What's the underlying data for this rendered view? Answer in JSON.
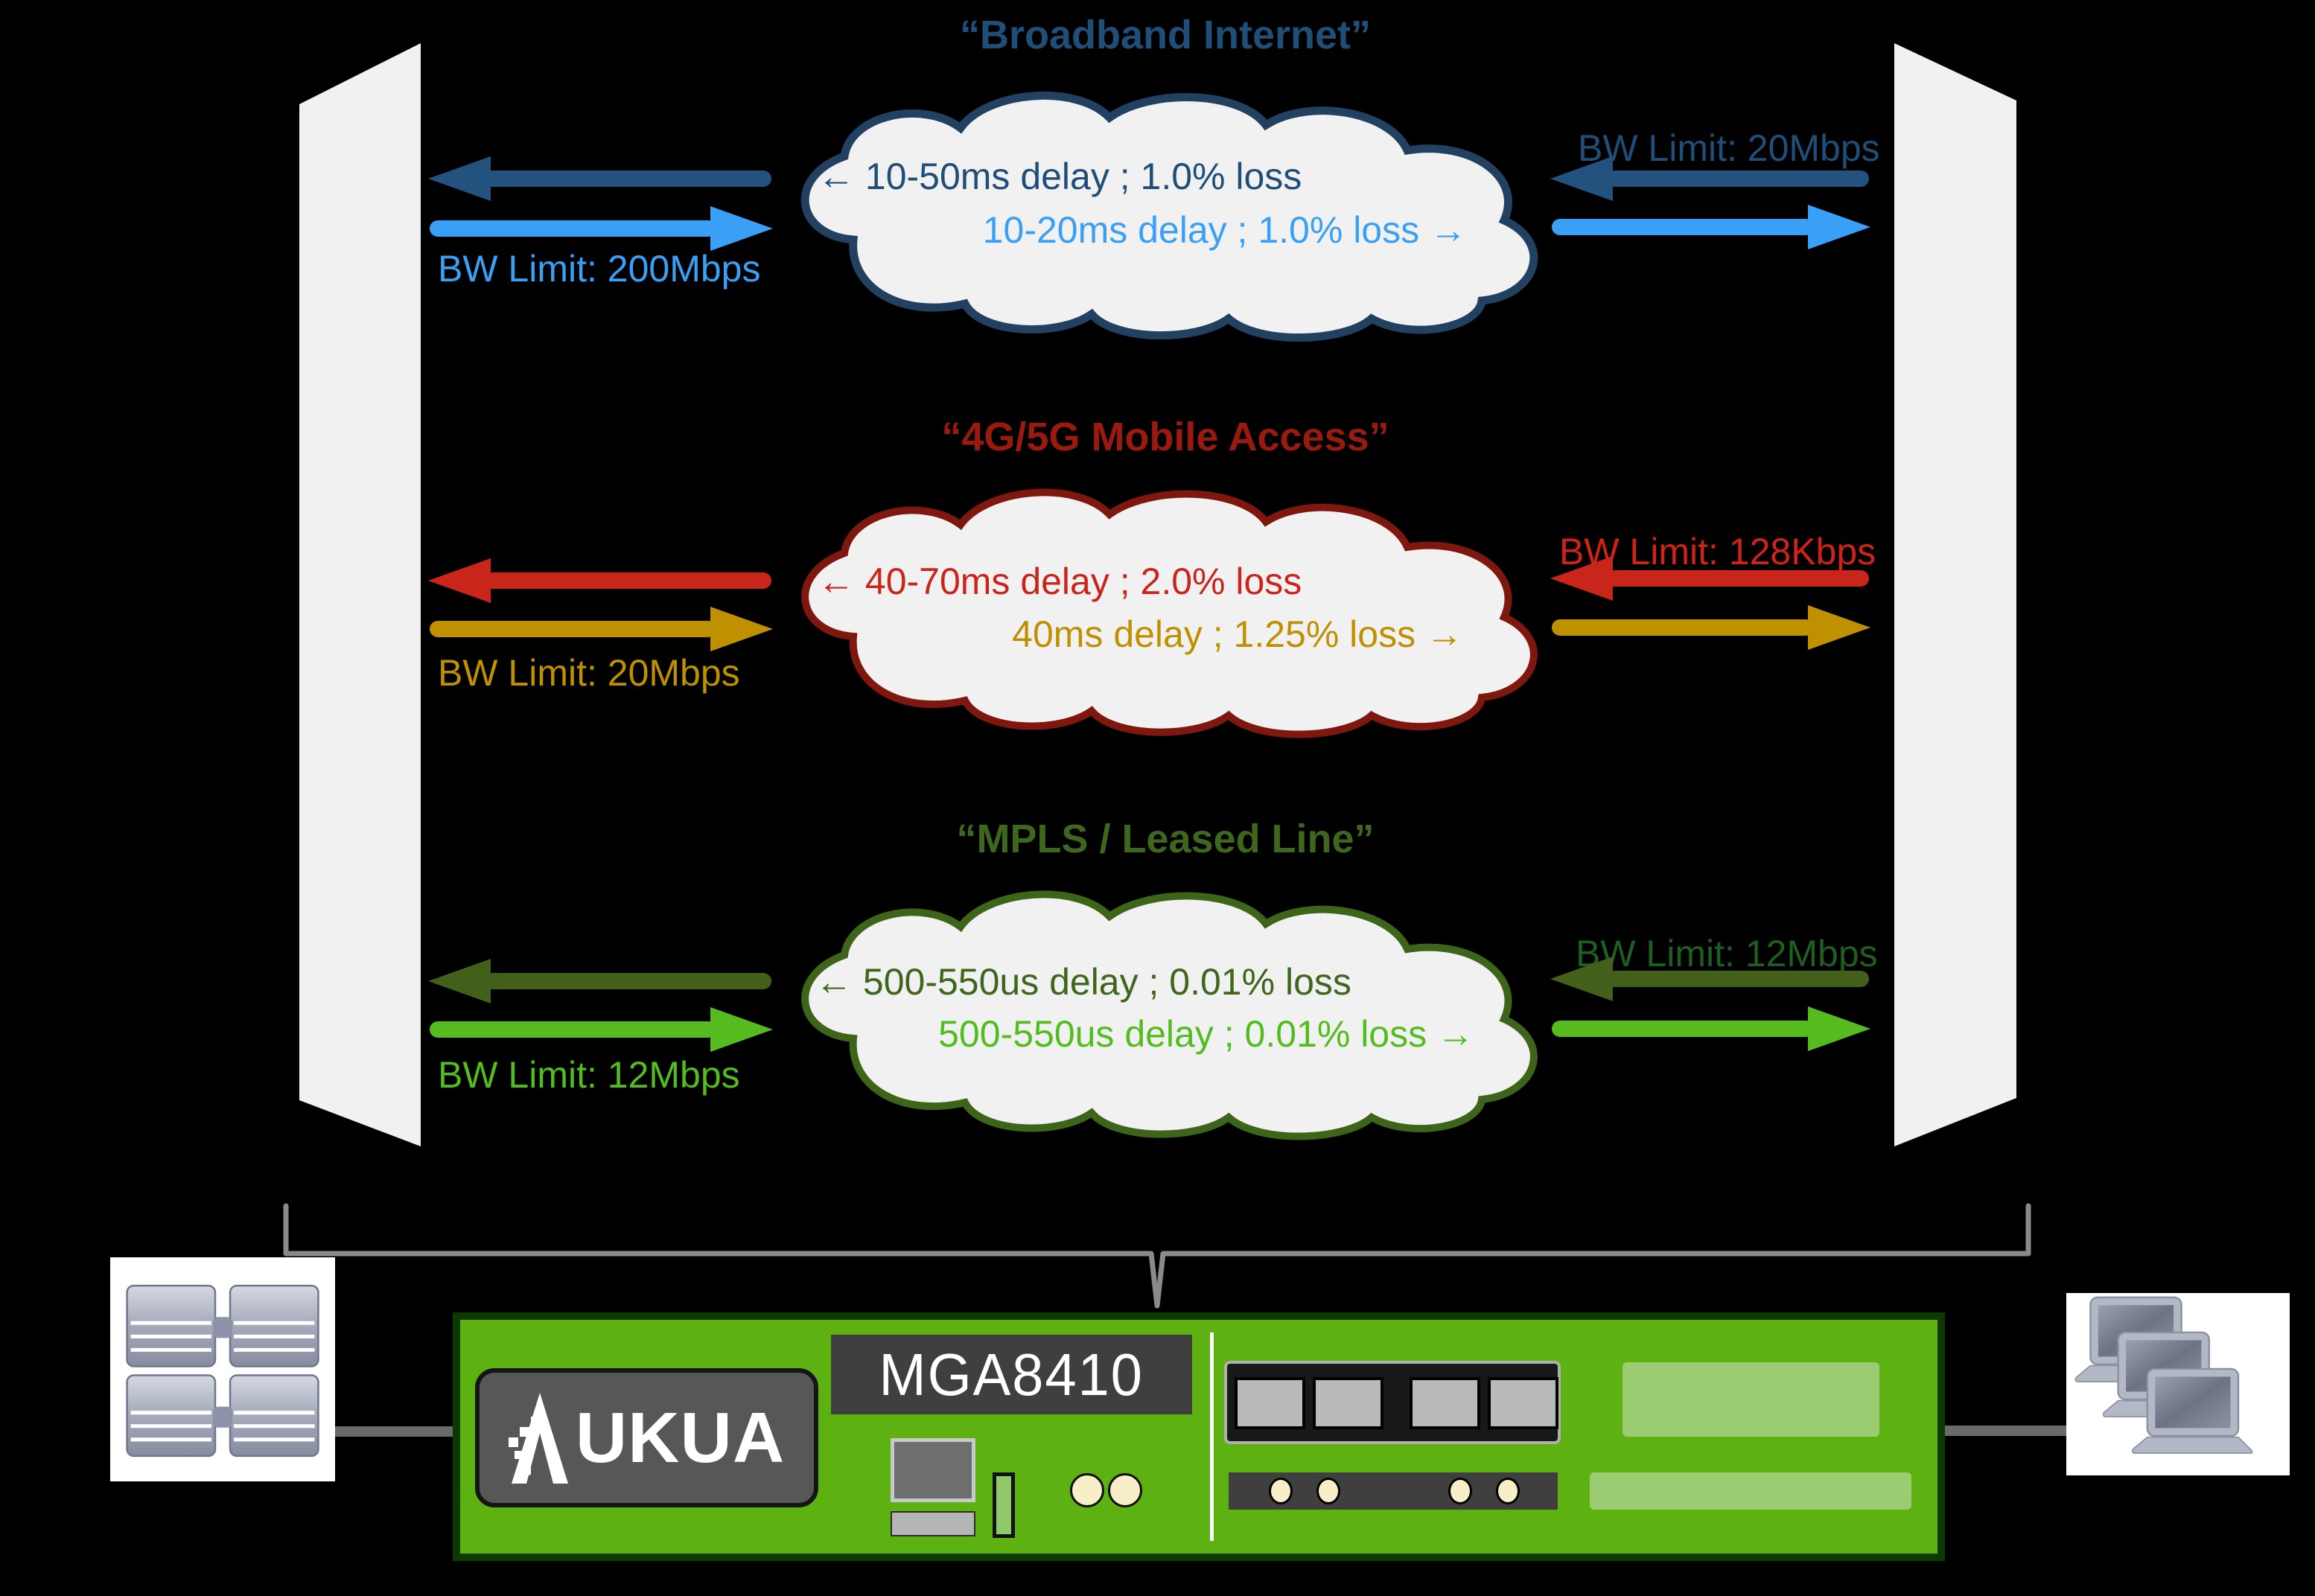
{
  "links": [
    {
      "title": "“Broadband Internet”",
      "reverse_text": "← 10-50ms delay ; 1.0% loss",
      "forward_text": "10-20ms delay ; 1.0% loss →",
      "left_bw_label": "BW Limit: 200Mbps",
      "right_bw_label": "BW Limit: 20Mbps",
      "colors": {
        "title": "#1f4e79",
        "cloud_outline": "#22405f",
        "reverse": "#1f4e79",
        "forward": "#3aa0f5"
      }
    },
    {
      "title": "“4G/5G Mobile Access”",
      "reverse_text": "← 40-70ms delay ; 2.0% loss",
      "forward_text": "40ms delay ; 1.25% loss →",
      "left_bw_label": "BW Limit: 20Mbps",
      "right_bw_label": "BW Limit: 128Kbps",
      "colors": {
        "title": "#9a1a10",
        "cloud_outline": "#7e170e",
        "reverse": "#c9251b",
        "forward": "#bf9000"
      }
    },
    {
      "title": "“MPLS / Leased Line”",
      "reverse_text": "← 500-550us delay ; 0.01% loss",
      "forward_text": "500-550us delay ; 0.01% loss →",
      "left_bw_label": "BW Limit: 12Mbps",
      "right_bw_label": "BW Limit: 12Mbps",
      "colors": {
        "title": "#3e661c",
        "cloud_outline": "#3d6419",
        "reverse": "#3e661c",
        "forward": "#55bb1e"
      }
    }
  ],
  "device": {
    "model": "MGA8410",
    "logo_text": "AUKUA",
    "logo_text_suffix": "UKUA",
    "chassis_color": "#5db110"
  },
  "icons": {
    "left_endpoint": "server-stack-icon",
    "right_endpoint": "laptop-group-icon"
  },
  "colors": {
    "background": "#000000",
    "panel_fill": "#f1f1f1",
    "cloud_fill": "#f1f1f1",
    "brace_gray": "#8a8a8a",
    "cable_gray": "#6a6a6a"
  }
}
